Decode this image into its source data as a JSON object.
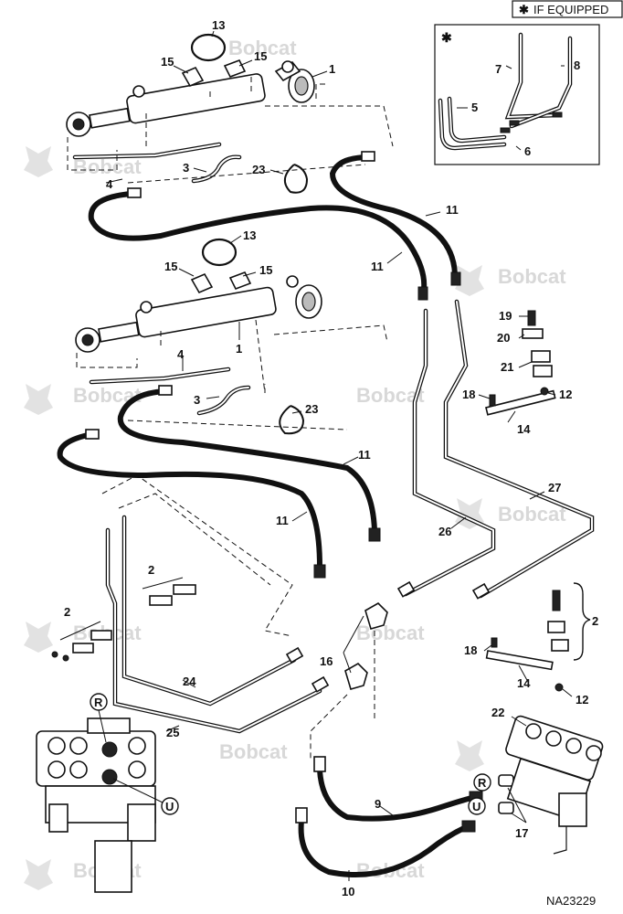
{
  "legend": {
    "symbol": "✱",
    "text": "IF EQUIPPED"
  },
  "inset": {
    "symbol": "✱"
  },
  "drawing_number": "NA23229",
  "watermark": "Bobcat",
  "port_labels": {
    "r": "R",
    "u": "U"
  },
  "callouts": {
    "c1a": "1",
    "c1b": "1",
    "c2a": "2",
    "c2b": "2",
    "c2c": "2",
    "c3a": "3",
    "c3b": "3",
    "c4a": "4",
    "c4b": "4",
    "c5": "5",
    "c6": "6",
    "c7": "7",
    "c8": "8",
    "c9": "9",
    "c10": "10",
    "c11a": "11",
    "c11b": "11",
    "c11c": "11",
    "c11d": "11",
    "c12a": "12",
    "c12b": "12",
    "c13a": "13",
    "c13b": "13",
    "c14a": "14",
    "c14b": "14",
    "c15a": "15",
    "c15b": "15",
    "c15c": "15",
    "c15d": "15",
    "c16": "16",
    "c17": "17",
    "c18a": "18",
    "c18b": "18",
    "c19": "19",
    "c20": "20",
    "c21": "21",
    "c22": "22",
    "c23a": "23",
    "c23b": "23",
    "c24": "24",
    "c25": "25",
    "c26": "26",
    "c27": "27"
  }
}
